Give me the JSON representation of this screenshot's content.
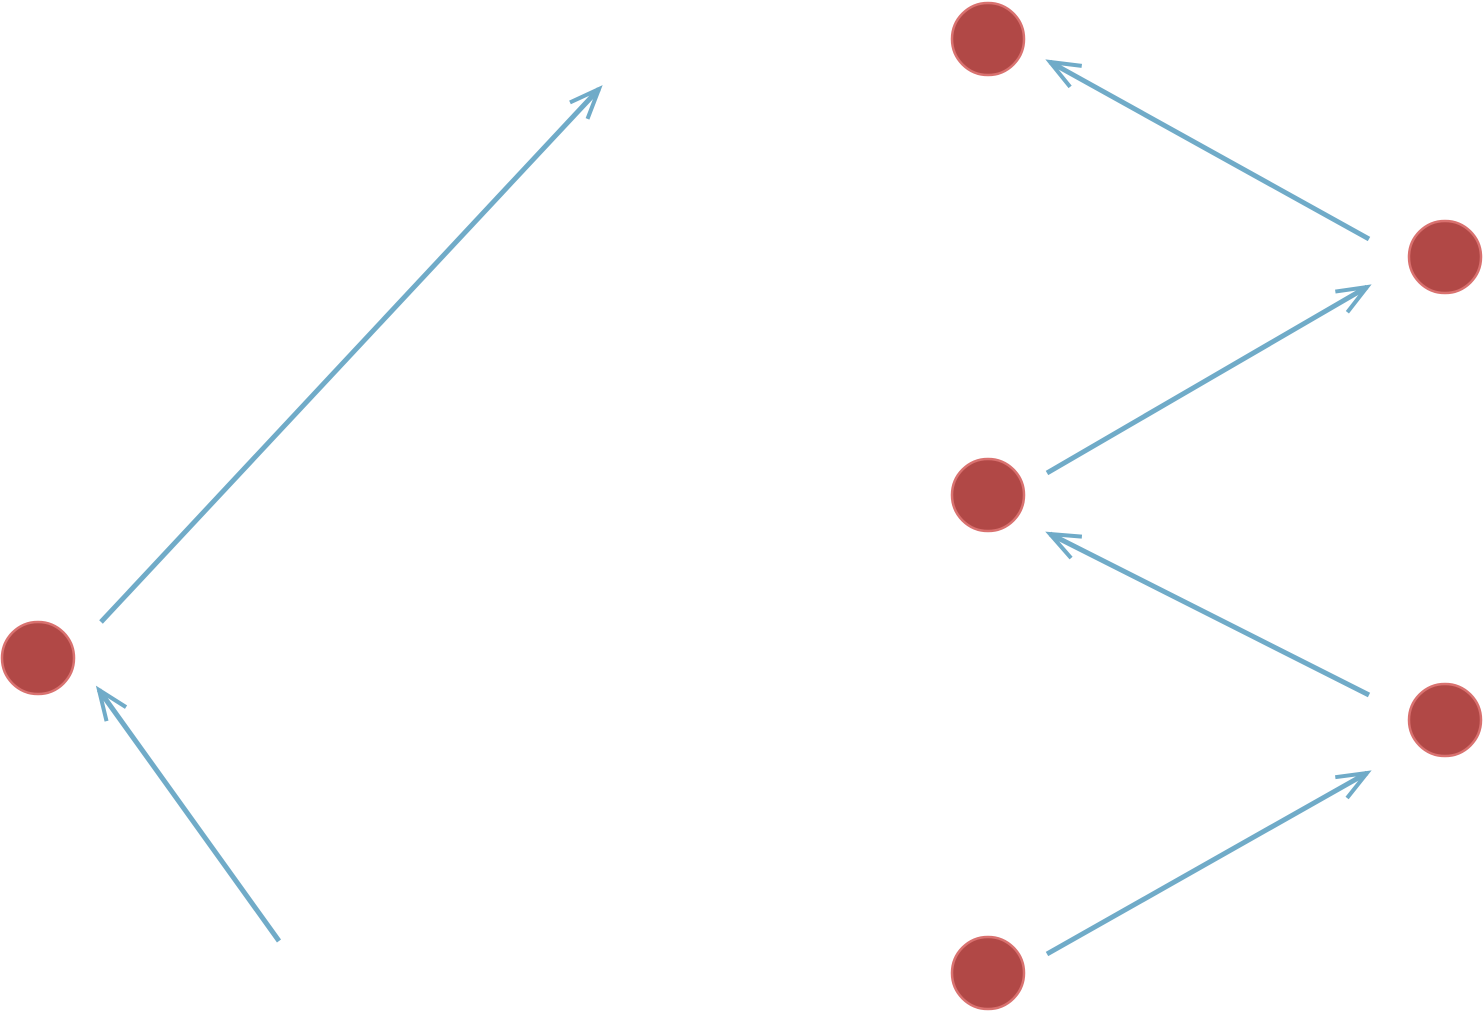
{
  "diagram": {
    "node_fill": "#b14846",
    "node_stroke": "#d9716f",
    "edge_color": "#70abc8",
    "nodes": [
      {
        "id": "left"
      },
      {
        "id": "top-middle"
      },
      {
        "id": "center-middle"
      },
      {
        "id": "bottom-middle"
      },
      {
        "id": "upper-right"
      },
      {
        "id": "lower-right"
      }
    ],
    "edges": [
      {
        "id": "left-to-upper",
        "from": "left",
        "to": "open-end-upper"
      },
      {
        "id": "lower-to-left",
        "from": "open-end-lower",
        "to": "left"
      },
      {
        "id": "upper-right-to-top-middle",
        "from": "upper-right",
        "to": "top-middle"
      },
      {
        "id": "center-middle-to-upper-right",
        "from": "center-middle",
        "to": "upper-right"
      },
      {
        "id": "lower-right-to-center-middle",
        "from": "lower-right",
        "to": "center-middle"
      },
      {
        "id": "bottom-middle-to-lower-right",
        "from": "bottom-middle",
        "to": "lower-right"
      }
    ]
  }
}
